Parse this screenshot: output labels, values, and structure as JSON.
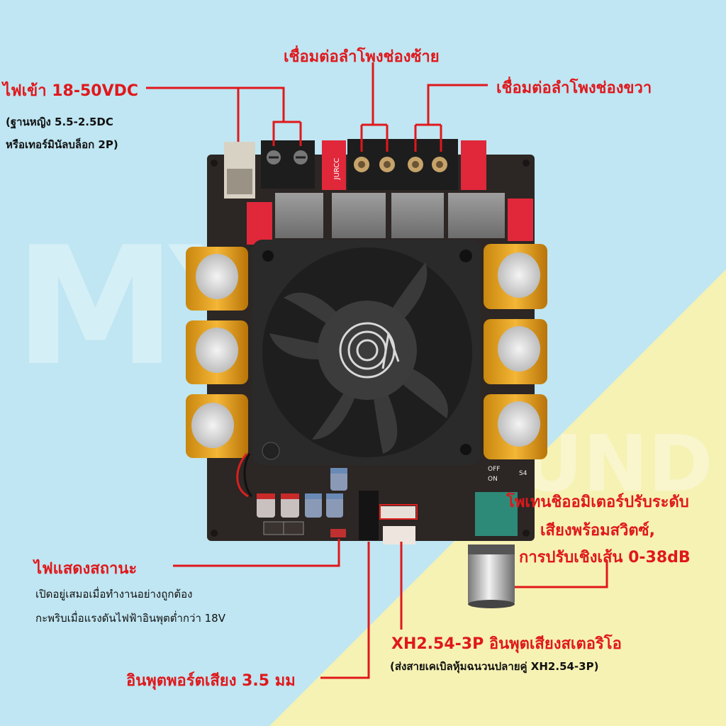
{
  "labels": {
    "power_in": "ไฟเข้า 18-50VDC",
    "power_sub1": "(ฐานหญิง 5.5-2.5DC",
    "power_sub2": "หรือเทอร์มินัลบล็อก 2P)",
    "left_speaker": "เชื่อมต่อลำโพงช่องซ้าย",
    "right_speaker": "เชื่อมต่อลำโพงช่องขวา",
    "pot_line1": "โพเทนชิออมิเตอร์ปรับระดับ",
    "pot_line2": "เสียงพร้อมสวิตซ์,",
    "pot_line3": "การปรับเชิงเส้น 0-38dB",
    "status_led": "ไฟแสดงสถานะ",
    "status_sub1": "เปิดอยู่เสมอเมื่อทำงานอย่างถูกต้อง",
    "status_sub2": "กะพริบเมื่อแรงดันไฟฟ้าอินพุตต่ำกว่า 18V",
    "xh_input": "XH2.54-3P อินพุตเสียงสเตอริโอ",
    "xh_sub": "(ส่งสายเคเบิลหุ้มฉนวนปลายคู่ XH2.54-3P)",
    "jack_input": "อินพุตพอร์ตเสียง 3.5 มม"
  },
  "board": {
    "relay_brand": "JURCC",
    "switch_off": "OFF",
    "switch_on": "ON",
    "switch_ref": "S4"
  },
  "watermark": {
    "top": "MY",
    "bottom": "SOUND"
  },
  "colors": {
    "accent": "#e0181c",
    "board": "#2c2624",
    "capacitor": "#f0a820",
    "relay": "#e0283a",
    "bg_blue": "#bfe6f2",
    "bg_yellow": "#f6f2b4"
  }
}
